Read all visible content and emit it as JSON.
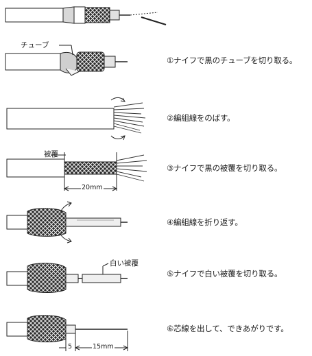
{
  "steps": [
    {
      "text": "①ナイフで黒のチューブを切り取る。"
    },
    {
      "text": "②編組線をのばす。"
    },
    {
      "text": "③ナイフで黒の被覆を切り取る。"
    },
    {
      "text": "④編組線を折り返す。"
    },
    {
      "text": "⑤ナイフで白い被覆を切り取る。"
    },
    {
      "text": "⑥芯線を出して、できあがりです。"
    }
  ],
  "labels": {
    "tube": "チューブ",
    "jacket": "被覆",
    "white_jacket": "白い被覆",
    "dim_20": "20mm",
    "dim_5": "5",
    "dim_15": "15mm"
  }
}
